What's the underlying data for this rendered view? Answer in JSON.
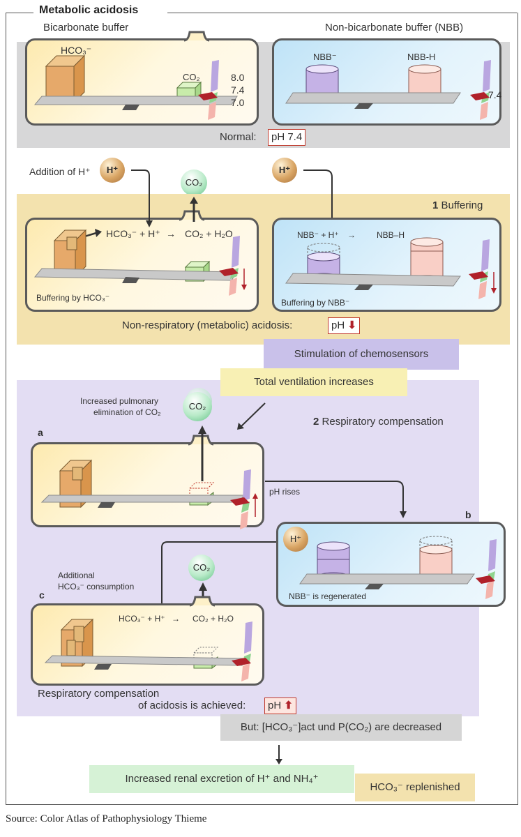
{
  "title": "Metabolic acidosis",
  "source": "Source: Color Atlas of Pathophysiology Thieme",
  "colors": {
    "normal_band": "#d7d7d8",
    "buffering_band": "#f3e2ae",
    "compensation_band": "#e3ddf3",
    "chemosensor_box": "#c9c1ea",
    "ventilation_box": "#f8f0b4",
    "decreased_box": "#d5d5d5",
    "renal_box": "#d6f2d6",
    "replenished_box": "#f3e2ae",
    "ph_arrow": "#b0212a"
  },
  "normal": {
    "bicarbonate_title": "Bicarbonate buffer",
    "nbb_title": "Non-bicarbonate buffer (NBB)",
    "hco3_label": "HCO₃⁻",
    "co2_label": "CO₂",
    "nbb_minus_label": "NBB⁻",
    "nbb_h_label": "NBB-H",
    "scale_ticks": [
      "8.0",
      "7.4",
      "7.0"
    ],
    "nbb_scale_tick": "7.4",
    "status_label": "Normal:",
    "status_value": "pH 7.4"
  },
  "buffering": {
    "section_number": "1",
    "section_title": "Buffering",
    "addition_label": "Addition of H⁺",
    "h_ball": "H⁺",
    "co2_ball": "CO₂",
    "bicarb_equation_left": "HCO₃⁻ + H⁺",
    "bicarb_equation_arrow": "→",
    "bicarb_equation_right": "CO₂ + H₂O",
    "bicarb_caption": "Buffering by HCO₃⁻",
    "nbb_equation_left": "NBB⁻ + H⁺",
    "nbb_equation_arrow": "→",
    "nbb_equation_right": "NBB–H",
    "nbb_caption": "Buffering by NBB⁻",
    "status_label": "Non-respiratory (metabolic) acidosis:",
    "status_value": "pH",
    "status_direction": "down"
  },
  "chemosensors": "Stimulation of chemosensors",
  "ventilation": "Total ventilation increases",
  "compensation": {
    "section_number": "2",
    "section_title": "Respiratory compensation",
    "elimination_label_line1": "Increased pulmonary",
    "elimination_label_line2": "elimination of CO₂",
    "co2_ball": "CO₂",
    "panel_a": "a",
    "panel_b": "b",
    "panel_c": "c",
    "ph_rises": "pH rises",
    "h_ball": "H⁺",
    "nbb_regenerated": "NBB⁻ is regenerated",
    "additional_line1": "Additional",
    "additional_line2": "HCO₃⁻ consumption",
    "c_equation_left": "HCO₃⁻ + H⁺",
    "c_equation_arrow": "→",
    "c_equation_right": "CO₂ + H₂O",
    "c_co2_ball": "CO₂",
    "achieved_line1": "Respiratory compensation",
    "achieved_line2": "of acidosis is achieved:",
    "status_value": "pH",
    "status_direction": "up"
  },
  "decreased": "But: [HCO₃⁻]act und P(CO₂) are decreased",
  "renal": "Increased renal excretion of H⁺ and NH₄⁺",
  "replenished": "HCO₃⁻ replenished"
}
